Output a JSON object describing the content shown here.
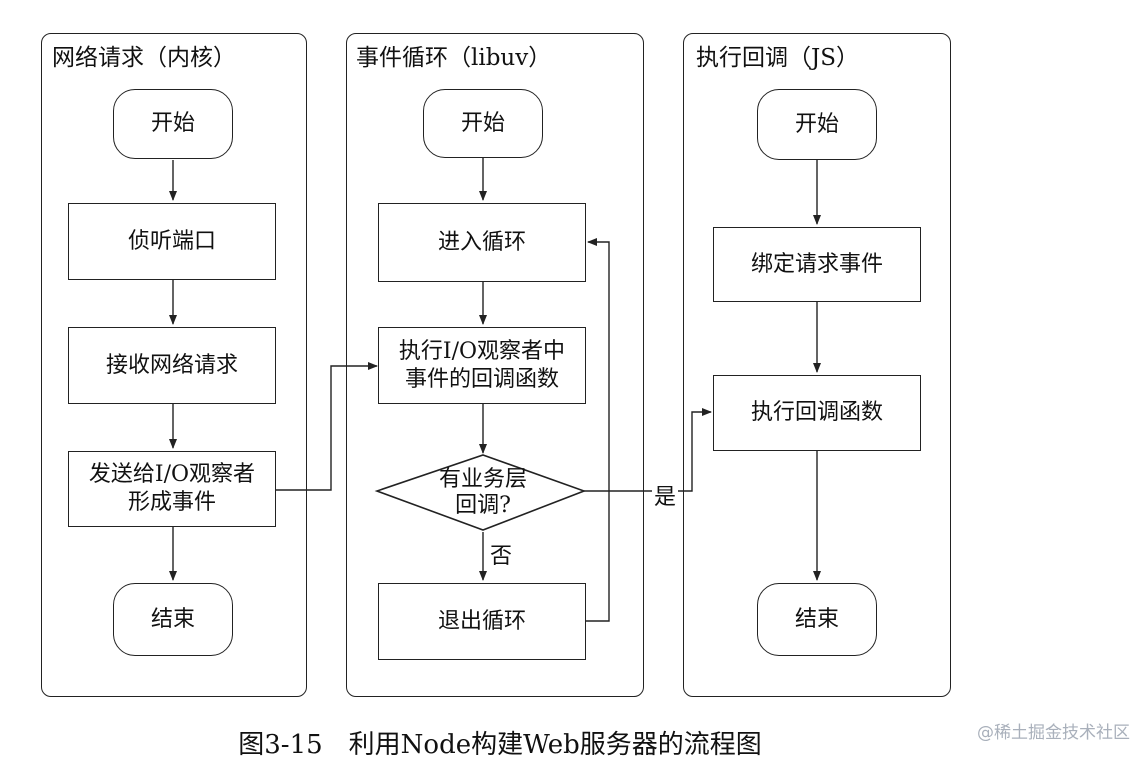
{
  "lanes": {
    "kernel": {
      "title": "网络请求（内核）",
      "start": "开始",
      "listen": "侦听端口",
      "receive": "接收网络请求",
      "send_line1": "发送给I/O观察者",
      "send_line2": "形成事件",
      "end": "结束"
    },
    "libuv": {
      "title": "事件循环（libuv）",
      "start": "开始",
      "enter": "进入循环",
      "exec_line1": "执行I/O观察者中",
      "exec_line2": "事件的回调函数",
      "decision_line1": "有业务层",
      "decision_line2": "回调?",
      "no_label": "否",
      "exit": "退出循环"
    },
    "js": {
      "title": "执行回调（JS）",
      "start": "开始",
      "bind": "绑定请求事件",
      "exec": "执行回调函数",
      "end": "结束",
      "yes_label": "是"
    }
  },
  "caption": "图3-15　利用Node构建Web服务器的流程图",
  "watermark": "@稀土掘金技术社区"
}
